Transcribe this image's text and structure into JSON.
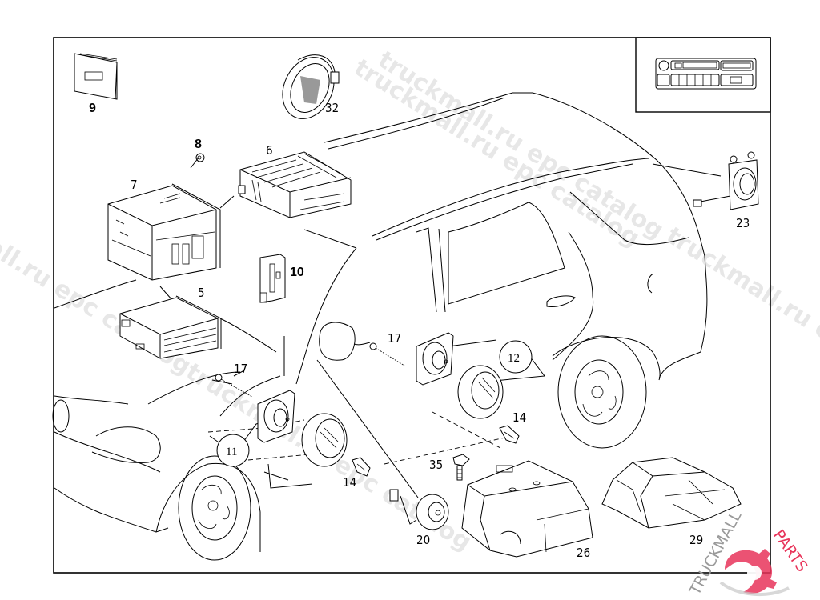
{
  "diagram": {
    "title": "Vehicle audio system parts diagram",
    "callouts": [
      {
        "id": "9",
        "part": "operating-manual"
      },
      {
        "id": "32",
        "part": "oval-speaker"
      },
      {
        "id": "8",
        "part": "nut"
      },
      {
        "id": "7",
        "part": "radio-unit-a"
      },
      {
        "id": "6",
        "part": "radio-unit-b"
      },
      {
        "id": "10",
        "part": "mounting-bracket"
      },
      {
        "id": "5",
        "part": "cassette-holder"
      },
      {
        "id": "17a",
        "label": "17",
        "part": "screw-front"
      },
      {
        "id": "17b",
        "label": "17",
        "part": "screw-rear"
      },
      {
        "id": "11",
        "part": "front-door-speaker-group"
      },
      {
        "id": "12",
        "part": "rear-door-speaker-group"
      },
      {
        "id": "14a",
        "label": "14",
        "part": "clip-front"
      },
      {
        "id": "14b",
        "label": "14",
        "part": "clip-rear"
      },
      {
        "id": "35",
        "part": "bolt"
      },
      {
        "id": "20",
        "part": "tweeter"
      },
      {
        "id": "26",
        "part": "amplifier"
      },
      {
        "id": "29",
        "part": "subwoofer-box"
      },
      {
        "id": "23",
        "part": "rear-speaker"
      }
    ],
    "labels": {
      "l9": "9",
      "l32": "32",
      "l8": "8",
      "l7": "7",
      "l6": "6",
      "l10": "10",
      "l5": "5",
      "l17a": "17",
      "l17b": "17",
      "l11": "11",
      "l12": "12",
      "l14a": "14",
      "l14b": "14",
      "l35": "35",
      "l20": "20",
      "l26": "26",
      "l29": "29",
      "l23": "23"
    }
  },
  "inset": {
    "description": "Radio front panel reference"
  },
  "watermarks": [
    "truckmall.ru epc catalog",
    "truckmall.ru epc catalog",
    "truckmall.ru epc catalog",
    "truckmall.ru epc catalog",
    "truckmall.ru epc catalog"
  ],
  "logo": {
    "text": "TRUCKMALLPARTS",
    "part1": "TRUCKMALL",
    "part2": "PARTS",
    "colors": {
      "accent": "#e8345a",
      "gray": "#9a9a9a"
    }
  }
}
